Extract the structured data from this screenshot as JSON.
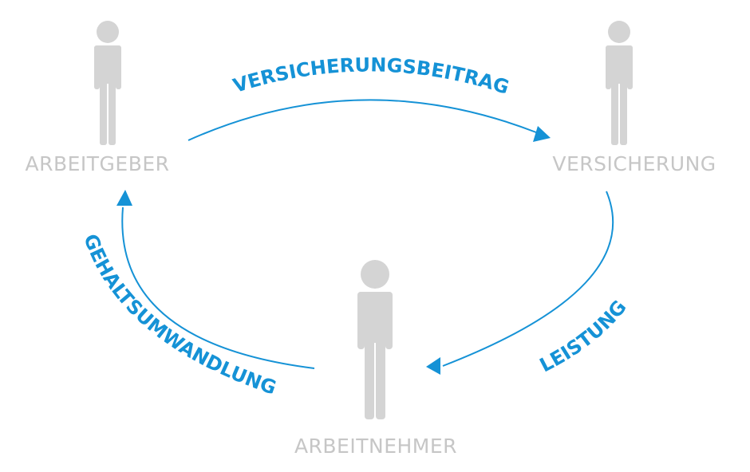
{
  "colors": {
    "figure": "#d4d4d4",
    "actor_text": "#c6c6c6",
    "flow": "#1592d6"
  },
  "actors": {
    "employer": {
      "label": "ARBEITGEBER",
      "icon": "person-icon"
    },
    "insurance": {
      "label": "VERSICHERUNG",
      "icon": "person-icon"
    },
    "employee": {
      "label": "ARBEITNEHMER",
      "icon": "person-icon"
    }
  },
  "flows": {
    "contribution": {
      "label": "VERSICHERUNGSBEITRAG",
      "from": "ARBEITGEBER",
      "to": "VERSICHERUNG"
    },
    "benefit": {
      "label": "LEISTUNG",
      "from": "VERSICHERUNG",
      "to": "ARBEITNEHMER"
    },
    "salary_conversion": {
      "label": "GEHALTSUMWANDLUNG",
      "from": "ARBEITNEHMER",
      "to": "ARBEITGEBER"
    }
  }
}
